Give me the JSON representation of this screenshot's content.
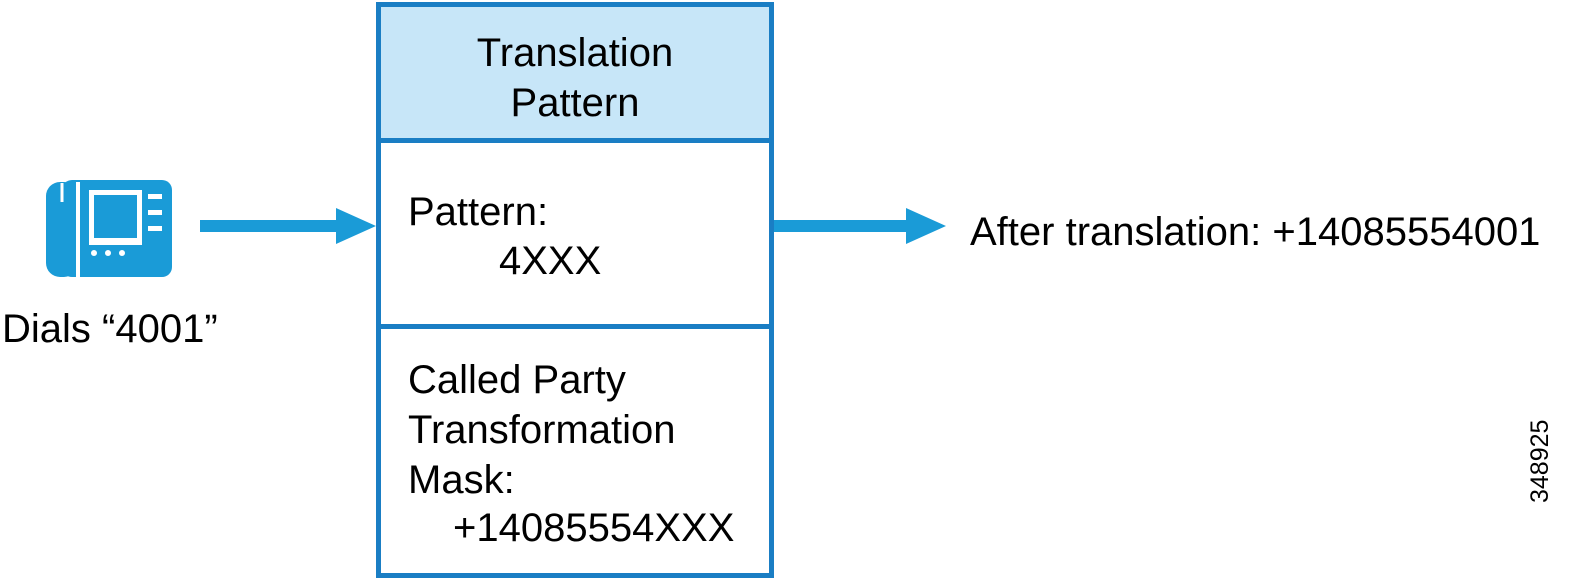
{
  "colors": {
    "accent": "#1a9bd7",
    "box_border": "#1a7ec4",
    "header_fill": "#c7e6f8"
  },
  "caller": {
    "icon": "ip-phone-icon",
    "label": "Dials “4001”"
  },
  "translation_pattern": {
    "title_line1": "Translation",
    "title_line2": "Pattern",
    "pattern_label": "Pattern:",
    "pattern_value": "4XXX",
    "mask_label_line1": "Called Party",
    "mask_label_line2": "Transformation",
    "mask_label_line3": "Mask:",
    "mask_value": "+14085554XXX"
  },
  "result": {
    "label": "After translation: +14085554001"
  },
  "figure_number": "348925"
}
